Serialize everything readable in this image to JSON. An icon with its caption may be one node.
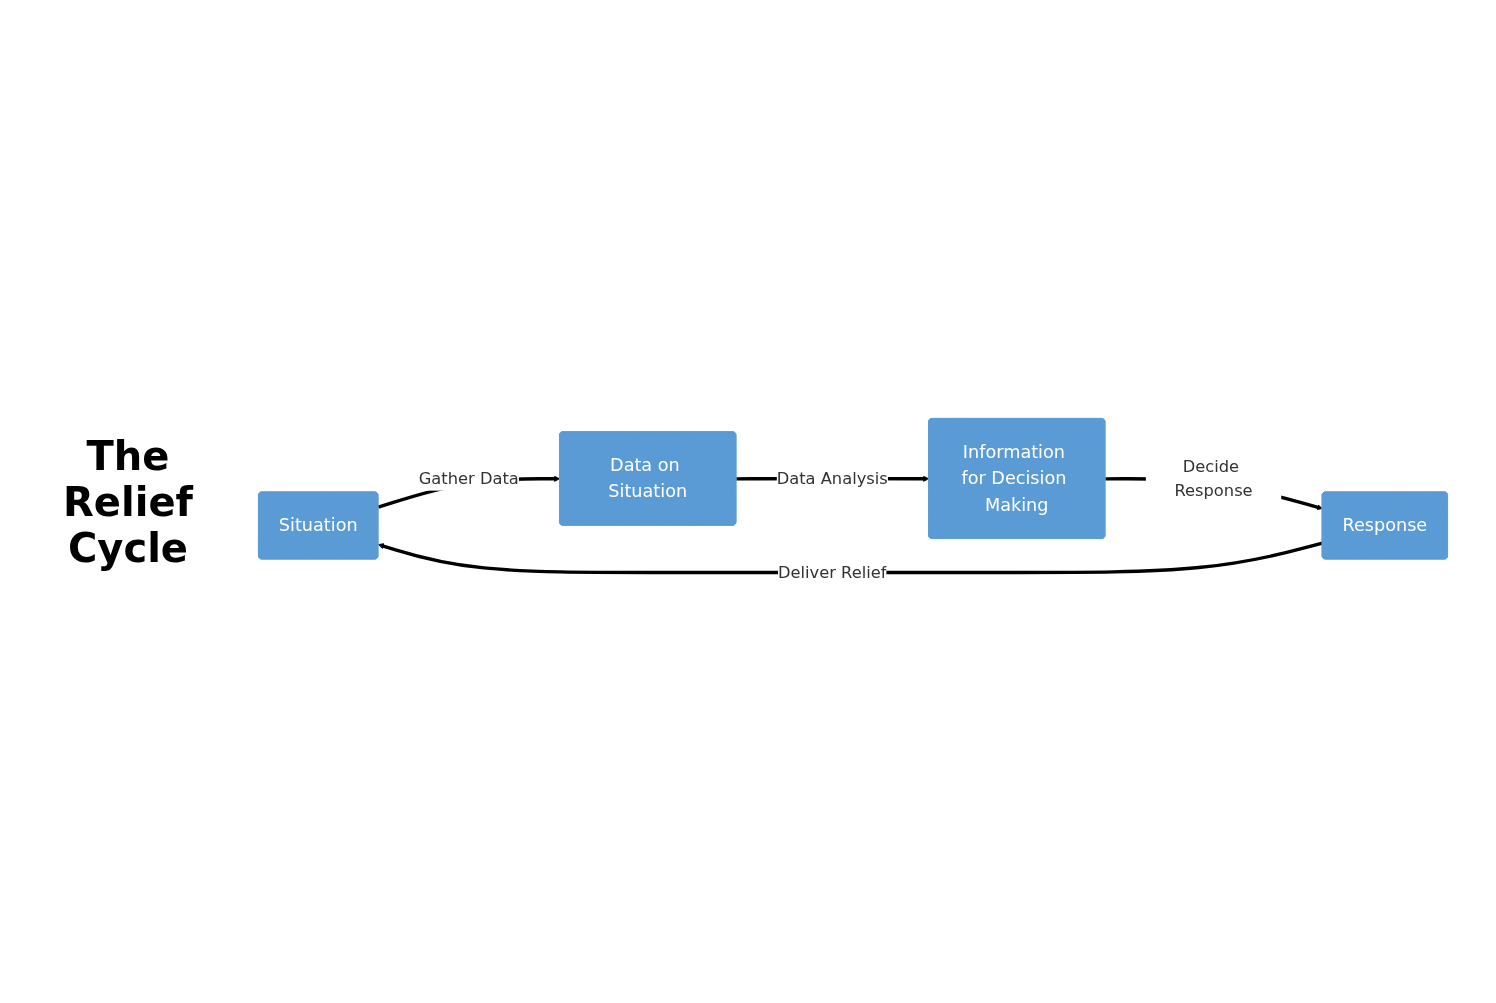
{
  "diagram": {
    "title": "The Relief Cycle",
    "nodes": [
      {
        "text": [
          "Situation"
        ]
      },
      {
        "text": [
          "Data on Situation"
        ]
      },
      {
        "text": [
          "Information for Decision Making"
        ]
      },
      {
        "text": [
          "Response"
        ]
      }
    ],
    "edges": [
      {
        "from": 0,
        "to": 1,
        "arrow": "to",
        "label": "Gather Data"
      },
      {
        "from": 1,
        "to": 2,
        "arrow": "to",
        "label": "Data Analysis"
      },
      {
        "from": 2,
        "to": 3,
        "arrow": "to",
        "label": "Decide Response"
      },
      {
        "from": 3,
        "to": 0,
        "arrow": "to",
        "label": "Deliver Relief"
      }
    ]
  }
}
